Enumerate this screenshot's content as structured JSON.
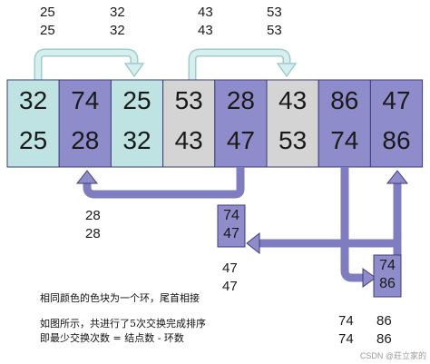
{
  "top_labels": [
    {
      "top": "25",
      "bottom": "25"
    },
    {
      "top": "32",
      "bottom": "32"
    },
    {
      "top": "43",
      "bottom": "43"
    },
    {
      "top": "53",
      "bottom": "53"
    }
  ],
  "cells": [
    {
      "top": "32",
      "bottom": "25",
      "color": "#bfe3e3"
    },
    {
      "top": "74",
      "bottom": "28",
      "color": "#8f8ccb"
    },
    {
      "top": "25",
      "bottom": "32",
      "color": "#bfe3e3"
    },
    {
      "top": "53",
      "bottom": "43",
      "color": "#d4d4d4"
    },
    {
      "top": "28",
      "bottom": "47",
      "color": "#8f8ccb"
    },
    {
      "top": "43",
      "bottom": "53",
      "color": "#d4d4d4"
    },
    {
      "top": "86",
      "bottom": "74",
      "color": "#8f8ccb"
    },
    {
      "top": "47",
      "bottom": "86",
      "color": "#8f8ccb"
    }
  ],
  "middle_labels": [
    {
      "top": "28",
      "bottom": "28"
    },
    {
      "top": "47",
      "bottom": "47"
    },
    {
      "top": "74",
      "bottom": "74"
    },
    {
      "top": "86",
      "bottom": "86"
    }
  ],
  "small_boxes": [
    {
      "top": "74",
      "bottom": "47"
    },
    {
      "top": "74",
      "bottom": "86"
    }
  ],
  "notes": {
    "line1": "相同颜色的色块为一个环，尾首相接",
    "line2": "如图所示，共进行了5次交换完成排序",
    "line3": "即最少交换次数 = 结点数 - 环数"
  },
  "watermark": "CSDN @莊立家的",
  "colors": {
    "teal": "#bfe3e3",
    "purple": "#8f8ccb",
    "gray": "#d4d4d4",
    "arrow_light": "#d6eeee",
    "arrow_dark": "#7f7cc0",
    "border": "#3d3d78"
  }
}
